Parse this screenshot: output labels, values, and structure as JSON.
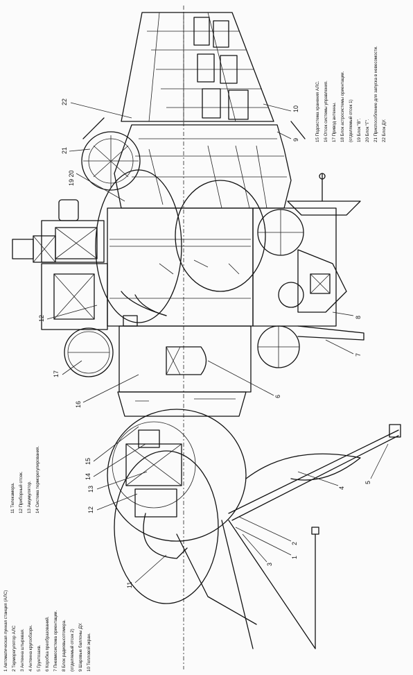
{
  "legend_bottom_left": [
    "1 Автоматическая лунная станция (АЛС)",
    "2 Терморегулятор АЛС",
    "3 Антенна штыревая.",
    "4 Антенна кругообзорн.",
    "5 Грунтозахв.",
    "6 Коробка преобразований.",
    "7 Пневмосистема ориентации.",
    "8 Блок радиовысотомера.",
    "(отделяемый отсек 2)",
    "9 Шаровые баллоны ДУ.",
    "10 Тепловой экран."
  ],
  "legend_mid_left": [
    "11 Телекамера.",
    "12 Приборный отсек.",
    "13 Аккумулятор.",
    "14 Система терморегулирования."
  ],
  "legend_right": [
    "15 Подсистема хранения АЛС.",
    "16 Отсек системы управления.",
    "17 Привод антенны.",
    "18 Блок астросистемы ориентации.",
    "(отделяемый отсек 1)",
    "19 Блок \"В\".",
    "20 Блок \"Г\".",
    "21 Приспособление для запуска в невесомости.",
    "22 Блок ДУ."
  ],
  "callouts": [
    "22",
    "21",
    "19 20",
    "10",
    "9",
    "12",
    "17",
    "16",
    "6",
    "8",
    "7",
    "15",
    "14",
    "13",
    "12",
    "11",
    "1",
    "2",
    "3",
    "4",
    "5"
  ]
}
